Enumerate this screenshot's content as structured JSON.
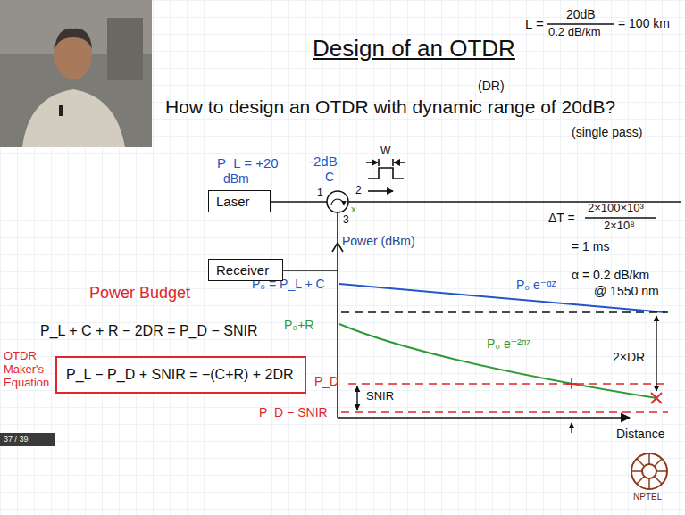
{
  "diagram": {
    "title": "Design of an OTDR",
    "nodes": [
      {
        "text": [
          "Laser"
        ]
      },
      {
        "text": [
          "Receiver"
        ]
      },
      {
        "text": [
          "P_L − P_D + SNIR = −(C+R) + 2DR"
        ]
      }
    ],
    "labels": [
      "L =",
      "20dB",
      "0.2 dB/km",
      "= 100 km",
      "(DR)",
      "How to design an OTDR with dynamic range of 20dB?",
      "(single pass)",
      "P_L = +20",
      "dBm",
      "-2dB",
      "C",
      "W",
      "1",
      "2",
      "3",
      "x",
      "ΔT =",
      "2×100×10³",
      "2×10⁸",
      "= 1 ms",
      "α = 0.2 dB/km",
      "@ 1550 nm",
      "Power (dBm)",
      "P₀ = P_L + C",
      "P₀ e⁻ᵅᶻ",
      "P₀+R",
      "P₀ e⁻²ᵅᶻ",
      "2×DR",
      "P_D",
      "SNIR",
      "P_D − SNIR",
      "Distance",
      "Power Budget",
      "P_L + C + R − 2DR = P_D − SNIR",
      "OTDR Maker's Equation",
      "37 / 39",
      "NPTEL"
    ]
  }
}
